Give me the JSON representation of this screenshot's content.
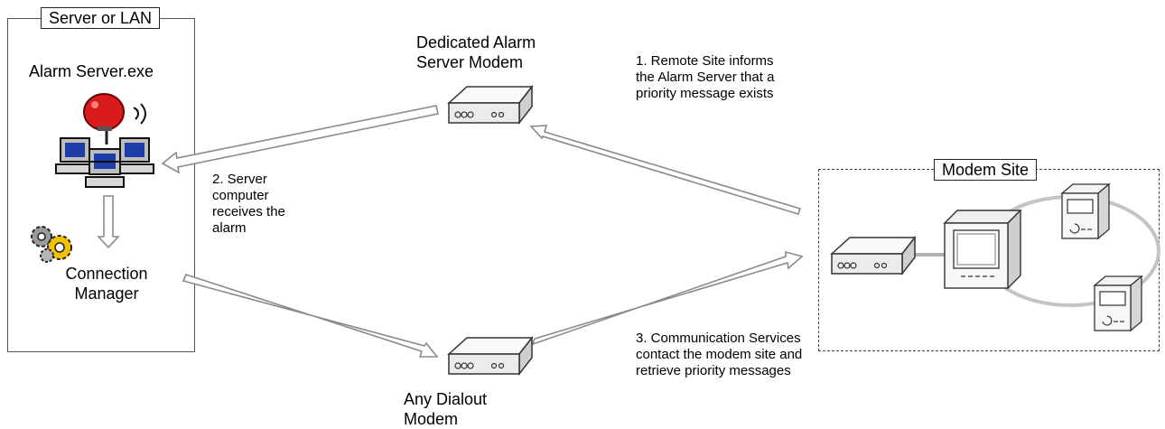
{
  "server_frame": {
    "title": "Server or LAN",
    "app_label": "Alarm Server.exe",
    "manager_label": "Connection Manager"
  },
  "dedicated_modem": {
    "label": "Dedicated Alarm Server Modem"
  },
  "dialout_modem": {
    "label": "Any Dialout Modem"
  },
  "modem_site": {
    "title": "Modem Site"
  },
  "steps": [
    {
      "text": "1. Remote Site informs the Alarm Server that a priority message exists"
    },
    {
      "text": "2. Server computer receives the alarm"
    },
    {
      "text": "3. Communication Services contact the modem site and retrieve priority messages"
    }
  ],
  "colors": {
    "arrow_stroke": "#8a8a8a",
    "beacon": "#d81c1c",
    "screen": "#1f3ea8",
    "gear": "#f2c200"
  },
  "icons": [
    "alarm-server-icon",
    "gears-icon",
    "modem-icon",
    "meter-icon",
    "power-meter-icon"
  ]
}
